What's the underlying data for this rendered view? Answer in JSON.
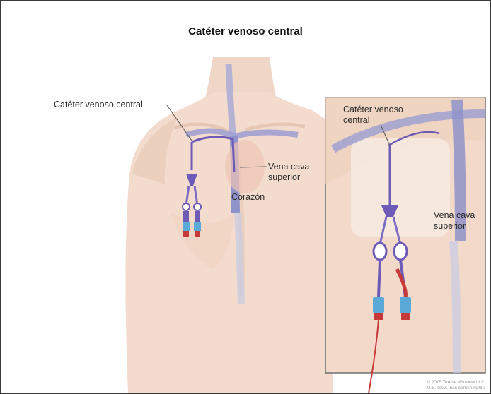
{
  "title": "Catéter venoso central",
  "labels": {
    "main_catheter": "Catéter venoso central",
    "main_vena_cava_1": "Vena cava",
    "main_vena_cava_2": "superior",
    "heart": "Corazón",
    "inset_catheter_1": "Catéter venoso",
    "inset_catheter_2": "central",
    "inset_vena_cava_1": "Vena cava",
    "inset_vena_cava_2": "superior"
  },
  "credit": {
    "line1": "© 2015 Terese Winslow LLC",
    "line2": "U.S. Govt. has certain rights"
  },
  "colors": {
    "skin": "#f3dccd",
    "skin_shadow": "#e7c3ad",
    "vein": "#8f93c9",
    "catheter": "#6e5bb8",
    "blood": "#c73a3a",
    "lumen_blue": "#5aa9d6"
  }
}
